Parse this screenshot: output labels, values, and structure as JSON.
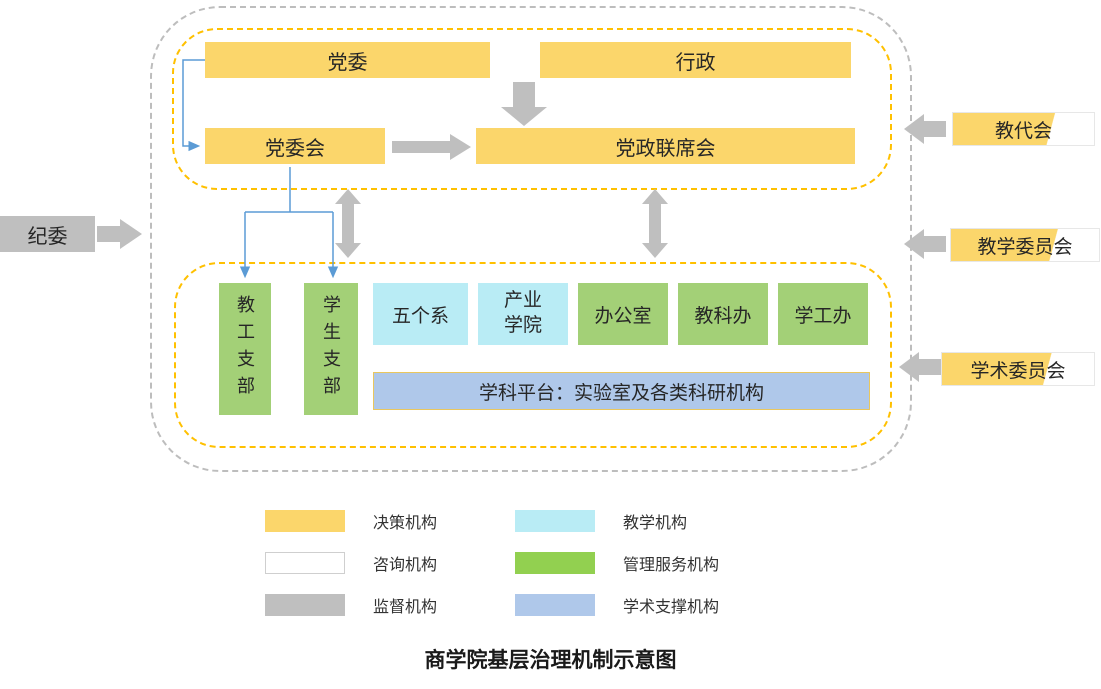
{
  "title": "商学院基层治理机制示意图",
  "colors": {
    "decision_yellow": "#FBD66B",
    "advisory_white": "#FFFFFF",
    "supervision_gray": "#BFBFBF",
    "teaching_cyan": "#B9ECF5",
    "management_green": "#92D050",
    "academic_support_blue": "#AFC8EA",
    "section_border_orange": "#FFC000",
    "outer_border_gray": "#BDBDBD",
    "thin_arrow_blue": "#5B9BD5"
  },
  "top": {
    "party_committee": "党委",
    "administration": "行政",
    "party_committee_meeting": "党委会",
    "joint_meeting": "党政联席会"
  },
  "left": {
    "discipline_committee": "纪委"
  },
  "right": {
    "items": [
      {
        "label": "教代会"
      },
      {
        "label": "教学委员会"
      },
      {
        "label": "学术委员会"
      }
    ]
  },
  "bottom": {
    "branches": [
      {
        "label": "教工支部"
      },
      {
        "label": "学生支部"
      }
    ],
    "units": [
      {
        "label": "五个系",
        "type": "teaching"
      },
      {
        "label": "产业学院",
        "type": "teaching"
      },
      {
        "label": "办公室",
        "type": "management"
      },
      {
        "label": "教科办",
        "type": "management"
      },
      {
        "label": "学工办",
        "type": "management"
      }
    ],
    "platform": "学科平台：实验室及各类科研机构"
  },
  "legend": {
    "items": [
      {
        "label": "决策机构",
        "color": "#FBD66B"
      },
      {
        "label": "咨询机构",
        "color": "#FFFFFF"
      },
      {
        "label": "监督机构",
        "color": "#BFBFBF"
      },
      {
        "label": "教学机构",
        "color": "#B9ECF5"
      },
      {
        "label": "管理服务机构",
        "color": "#92D050"
      },
      {
        "label": "学术支撑机构",
        "color": "#AFC8EA"
      }
    ]
  }
}
